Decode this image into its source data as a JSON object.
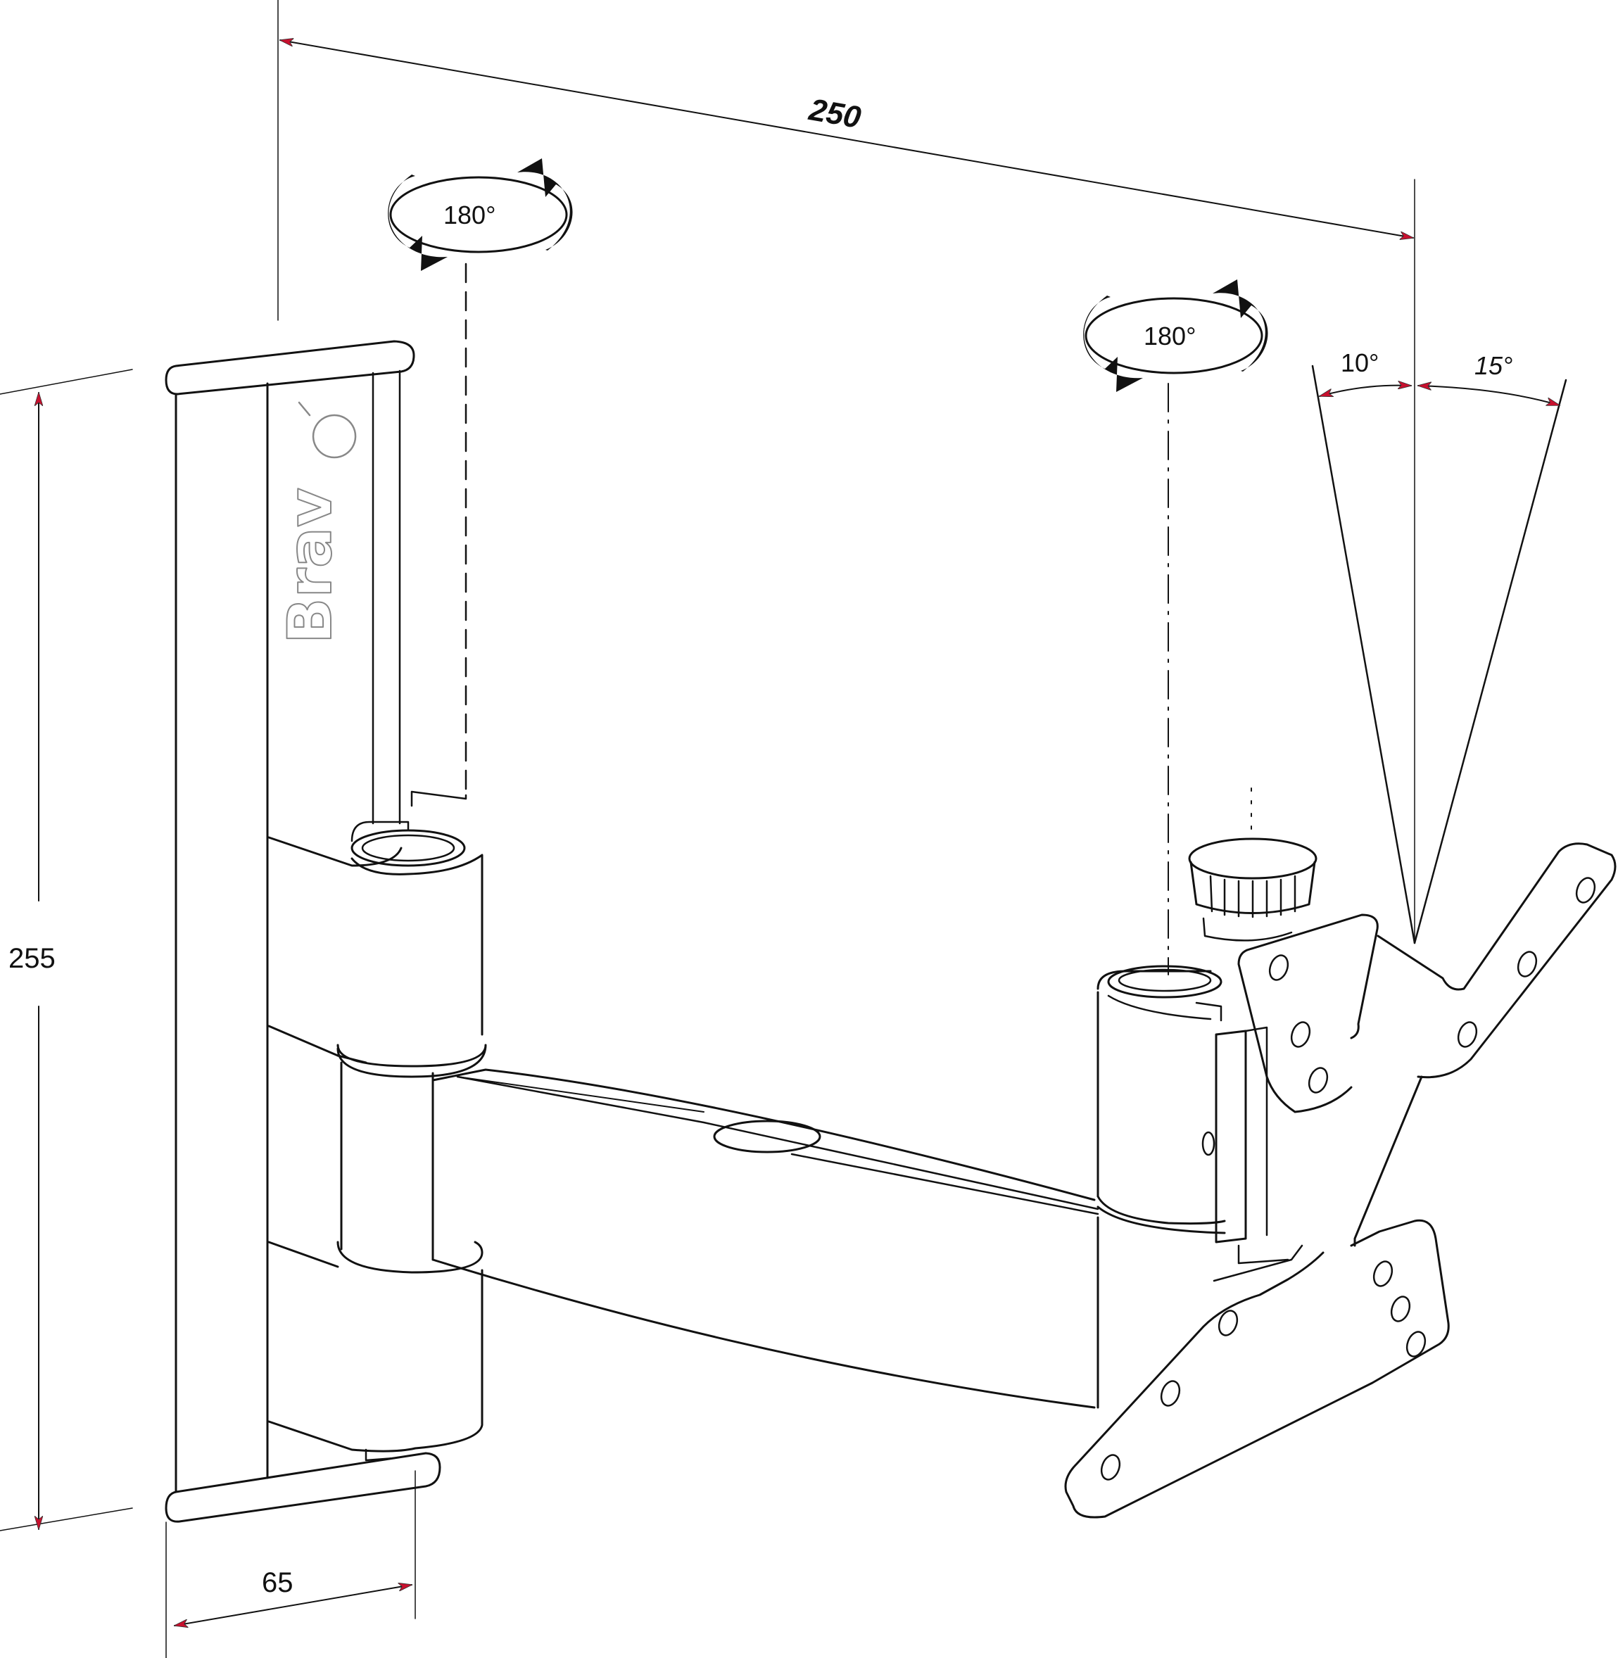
{
  "diagram": {
    "brand_text": "Brav",
    "dimensions": {
      "width": "250",
      "height": "255",
      "depth": "65"
    },
    "rotations": {
      "wall_pivot": "180°",
      "arm_pivot": "180°"
    },
    "tilt": {
      "up": "10°",
      "down": "15°"
    }
  }
}
